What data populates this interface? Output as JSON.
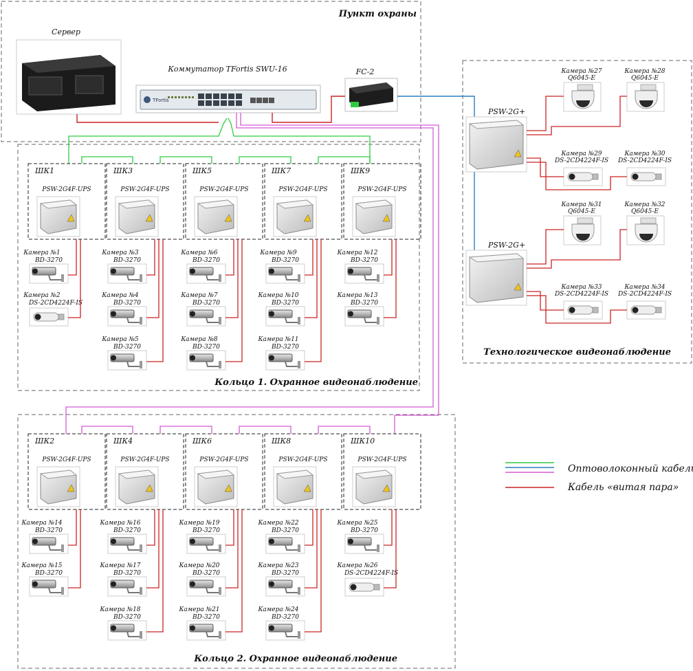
{
  "zones": {
    "guard": "Пункт охраны",
    "ring1": "Кольцо 1. Охранное видеонаблюдение",
    "ring2": "Кольцо 2. Охранное видеонаблюдение",
    "tech": "Технологическое видеонаблюдение"
  },
  "server": {
    "label": "Сервер"
  },
  "switch": {
    "label": "Коммутатор TFortis SWU-16",
    "brand": "TFortis"
  },
  "converter": {
    "label": "FC-2"
  },
  "cabinet_device": "PSW-2G4F-UPS",
  "psw2g_label": "PSW-2G+",
  "legend": {
    "fiber": "Оптоволоконный кабель",
    "twisted_pair": "Кабель «витая пара»"
  },
  "colors": {
    "fiber_green": "#2ecc40",
    "fiber_blue": "#2a7fbf",
    "fiber_magenta": "#d35ad3",
    "twisted_pair": "#cc2222",
    "border": "#666666"
  },
  "ring1_cabinets": [
    {
      "name": "ШК1",
      "cameras": [
        {
          "label": "Камера №1",
          "model": "BD-3270",
          "type": "box"
        },
        {
          "label": "Камера №2",
          "model": "DS-2CD4224F-IS",
          "type": "bullet"
        }
      ]
    },
    {
      "name": "ШК3",
      "cameras": [
        {
          "label": "Камера №3",
          "model": "BD-3270",
          "type": "box"
        },
        {
          "label": "Камера №4",
          "model": "BD-3270",
          "type": "box"
        },
        {
          "label": "Камера №5",
          "model": "BD-3270",
          "type": "box"
        }
      ]
    },
    {
      "name": "ШК5",
      "cameras": [
        {
          "label": "Камера №6",
          "model": "BD-3270",
          "type": "box"
        },
        {
          "label": "Камера №7",
          "model": "BD-3270",
          "type": "box"
        },
        {
          "label": "Камера №8",
          "model": "BD-3270",
          "type": "box"
        }
      ]
    },
    {
      "name": "ШК7",
      "cameras": [
        {
          "label": "Камера №9",
          "model": "BD-3270",
          "type": "box"
        },
        {
          "label": "Камера №10",
          "model": "BD-3270",
          "type": "box"
        },
        {
          "label": "Камера №11",
          "model": "BD-3270",
          "type": "box"
        }
      ]
    },
    {
      "name": "ШК9",
      "cameras": [
        {
          "label": "Камера №12",
          "model": "BD-3270",
          "type": "box"
        },
        {
          "label": "Камера №13",
          "model": "BD-3270",
          "type": "box"
        }
      ]
    }
  ],
  "ring2_cabinets": [
    {
      "name": "ШК2",
      "cameras": [
        {
          "label": "Камера №14",
          "model": "BD-3270",
          "type": "box"
        },
        {
          "label": "Камера №15",
          "model": "BD-3270",
          "type": "box"
        }
      ]
    },
    {
      "name": "ШК4",
      "cameras": [
        {
          "label": "Камера №16",
          "model": "BD-3270",
          "type": "box"
        },
        {
          "label": "Камера №17",
          "model": "BD-3270",
          "type": "box"
        },
        {
          "label": "Камера №18",
          "model": "BD-3270",
          "type": "box"
        }
      ]
    },
    {
      "name": "ШК6",
      "cameras": [
        {
          "label": "Камера №19",
          "model": "BD-3270",
          "type": "box"
        },
        {
          "label": "Камера №20",
          "model": "BD-3270",
          "type": "box"
        },
        {
          "label": "Камера №21",
          "model": "BD-3270",
          "type": "box"
        }
      ]
    },
    {
      "name": "ШК8",
      "cameras": [
        {
          "label": "Камера №22",
          "model": "BD-3270",
          "type": "box"
        },
        {
          "label": "Камера №23",
          "model": "BD-3270",
          "type": "box"
        },
        {
          "label": "Камера №24",
          "model": "BD-3270",
          "type": "box"
        }
      ]
    },
    {
      "name": "ШК10",
      "cameras": [
        {
          "label": "Камера №25",
          "model": "BD-3270",
          "type": "box"
        },
        {
          "label": "Камера №26",
          "model": "DS-2CD4224F-IS",
          "type": "bullet"
        }
      ]
    }
  ],
  "tech_units": [
    {
      "name": "PSW-2G+",
      "cameras": [
        {
          "label": "Камера №27",
          "model": "Q6045-E",
          "type": "dome"
        },
        {
          "label": "Камера №28",
          "model": "Q6045-E",
          "type": "dome"
        },
        {
          "label": "Камера №29",
          "model": "DS-2CD4224F-IS",
          "type": "bullet"
        },
        {
          "label": "Камера №30",
          "model": "DS-2CD4224F-IS",
          "type": "bullet"
        }
      ]
    },
    {
      "name": "PSW-2G+",
      "cameras": [
        {
          "label": "Камера №31",
          "model": "Q6045-E",
          "type": "dome"
        },
        {
          "label": "Камера №32",
          "model": "Q6045-E",
          "type": "dome"
        },
        {
          "label": "Камера №33",
          "model": "DS-2CD4224F-IS",
          "type": "bullet"
        },
        {
          "label": "Камера №34",
          "model": "DS-2CD4224F-IS",
          "type": "bullet"
        }
      ]
    }
  ]
}
